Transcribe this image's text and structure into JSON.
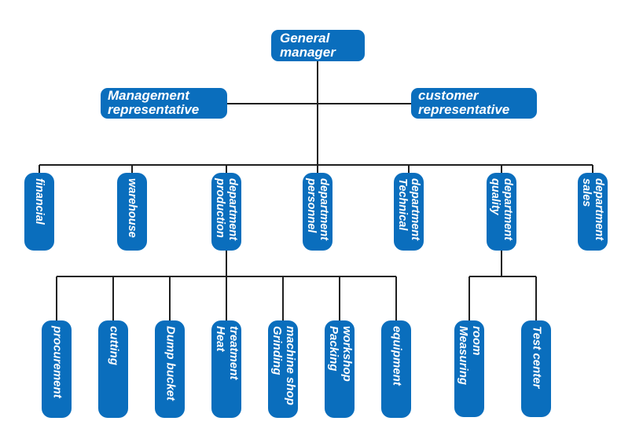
{
  "org": {
    "root": "General\nmanager",
    "level2": [
      "Management\nrepresentative",
      "customer\nrepresentative"
    ],
    "departments": [
      "financial",
      "warehouse",
      "production\ndepartment",
      "personnel\ndepartment",
      "Technical\ndepartment",
      "quality\ndepartment",
      "sales\ndepartment"
    ],
    "production_children": [
      "procurement",
      "cutting",
      "Dump bucket",
      "Heat\ntreatment",
      "Grinding\nmachine shop",
      "Packing\nworkshop",
      "equipment"
    ],
    "quality_children": [
      "Measuring\nroom",
      "Test center"
    ]
  },
  "colors": {
    "node_background": "#0a6ebd",
    "node_text": "#ffffff",
    "connector_line": "#1f1f1f",
    "page_background": "#ffffff"
  }
}
